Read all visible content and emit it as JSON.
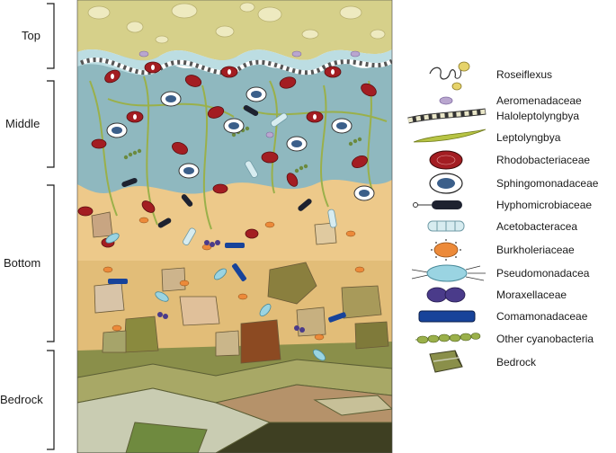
{
  "zones": [
    {
      "label": "Top"
    },
    {
      "label": "Middle"
    },
    {
      "label": "Bottom"
    },
    {
      "label": "Bedrock"
    }
  ],
  "legend": [
    {
      "label": "Roseiflexus",
      "icon": "roseiflexus-icon"
    },
    {
      "label": "Aeromenadaceae",
      "icon": "aeromonadaceae-icon"
    },
    {
      "label": "Haloleptolyngbya",
      "icon": "haloleptolyngbya-icon"
    },
    {
      "label": "Leptolyngbya",
      "icon": "leptolyngbya-icon"
    },
    {
      "label": "Rhodobacteriaceae",
      "icon": "rhodobacteriaceae-icon"
    },
    {
      "label": "Sphingomonadaceae",
      "icon": "sphingomonadaceae-icon"
    },
    {
      "label": "Hyphomicrobiaceae",
      "icon": "hyphomicrobiaceae-icon"
    },
    {
      "label": "Acetobacteracea",
      "icon": "acetobacteracea-icon"
    },
    {
      "label": "Burkholeriaceae",
      "icon": "burkholeriaceae-icon"
    },
    {
      "label": "Pseudomonadacea",
      "icon": "pseudomonadacea-icon"
    },
    {
      "label": "Moraxellaceae",
      "icon": "moraxellaceae-icon"
    },
    {
      "label": "Comamonadaceae",
      "icon": "comamonadaceae-icon"
    },
    {
      "label": "Other cyanobacteria",
      "icon": "other-cyanobacteria-icon"
    },
    {
      "label": "Bedrock",
      "icon": "bedrock-icon"
    }
  ],
  "colors": {
    "top_layer": "#d6d08a",
    "middle_layer": "#8fb8bf",
    "bottom_layer": "#edc98a",
    "bedrock": "#8a8f4a",
    "rhodobacteriaceae": "#a31d22",
    "sphingomonadaceae": "#3b5f8a",
    "comamonadaceae": "#17439a",
    "burkholeriaceae": "#ec8a3a",
    "moraxellaceae": "#4a3b8a",
    "filament": "#9ab04a"
  }
}
